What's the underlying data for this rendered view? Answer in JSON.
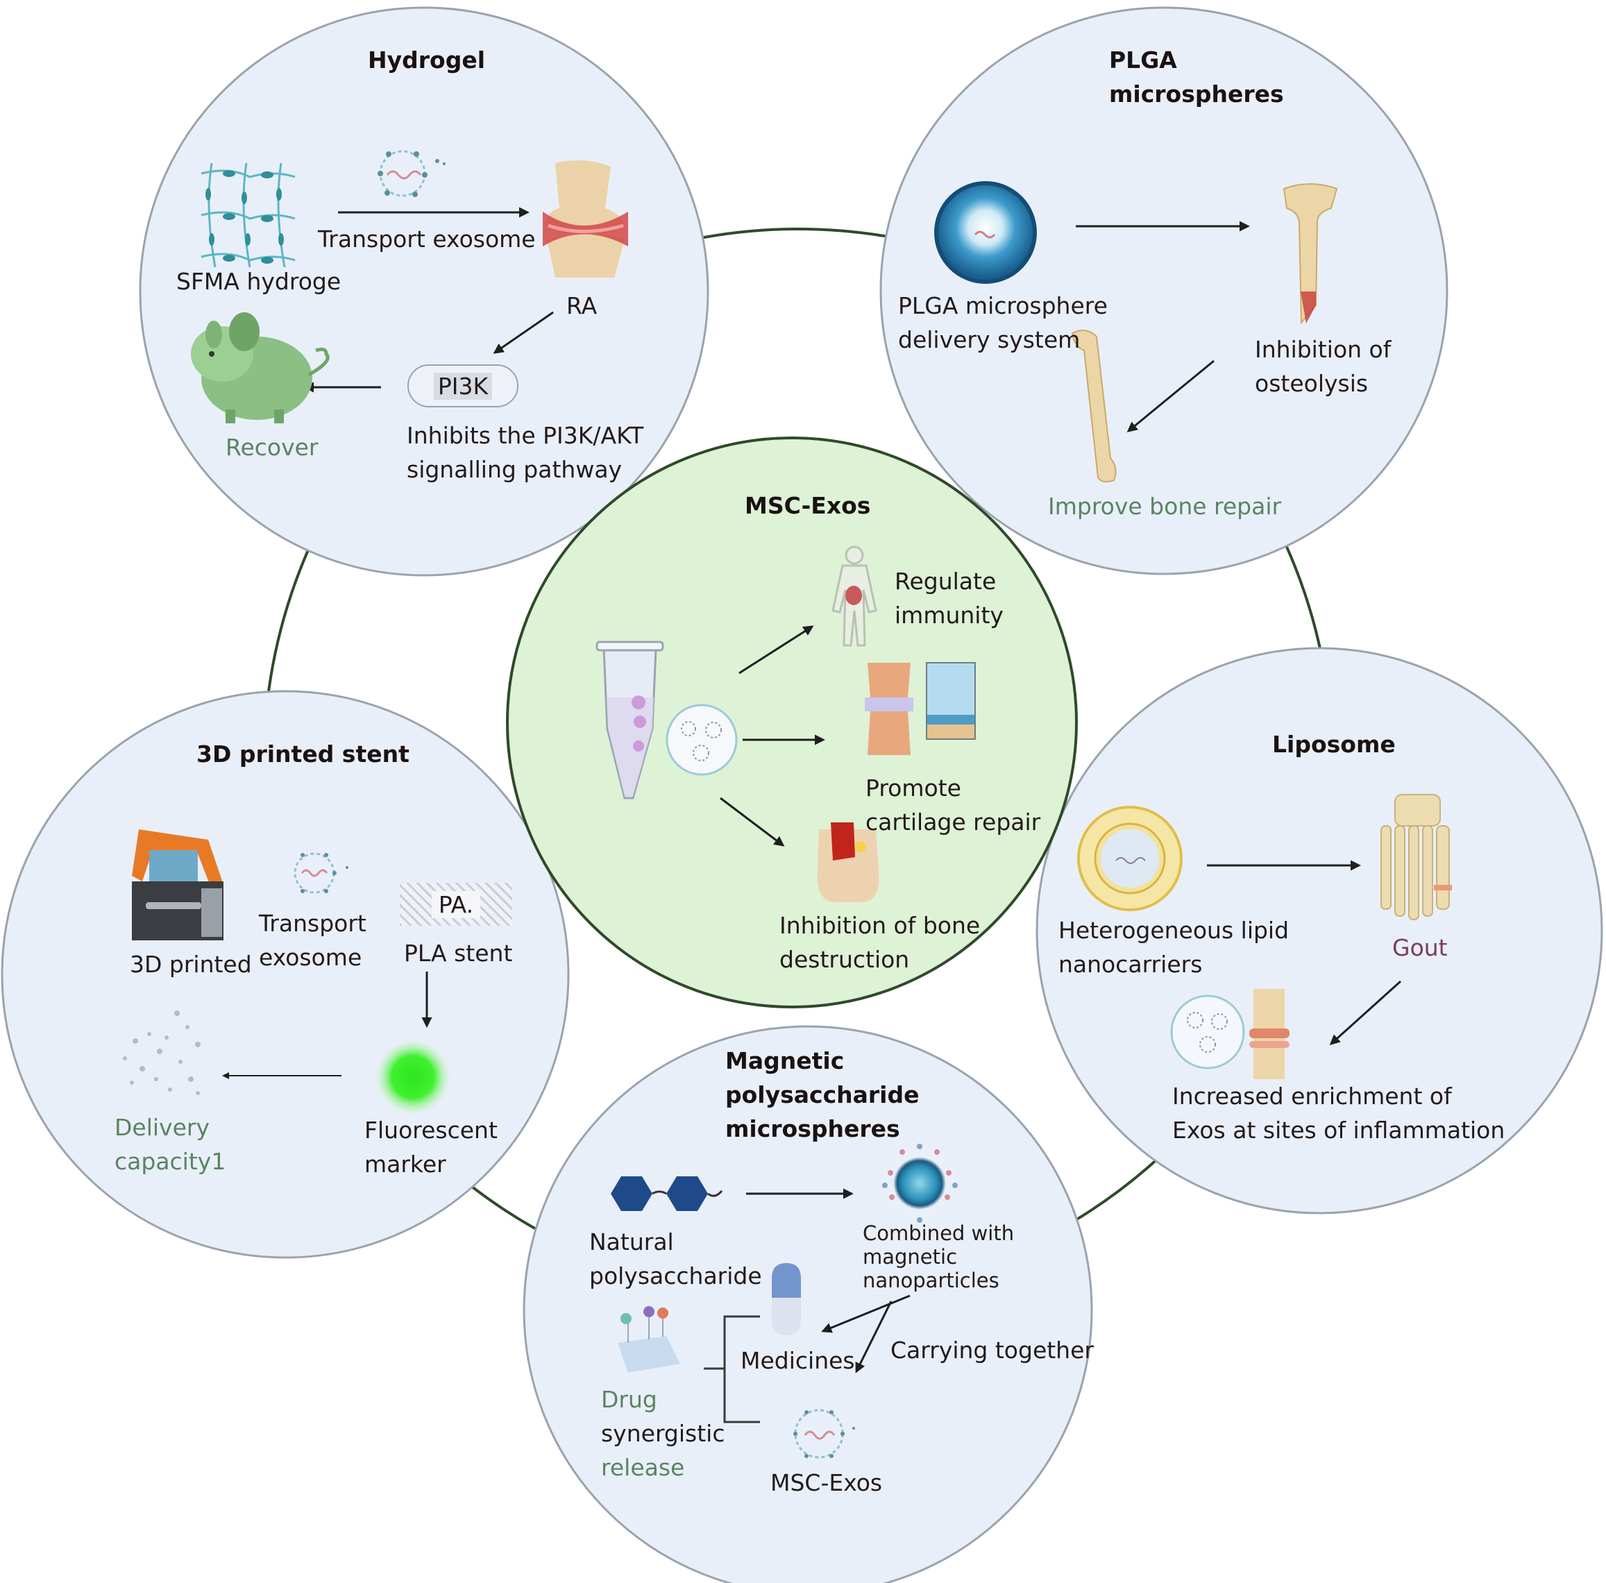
{
  "colors": {
    "panel_fill": "#e9eff8",
    "panel_stroke": "#9aa3ae",
    "center_fill": "#def2d6",
    "ring_stroke": "#2f4a2a",
    "accent_green_text": "#5a8462",
    "gout_text": "#7a3d58"
  },
  "center": {
    "title": "MSC-Exos",
    "outcomes": [
      {
        "lines": [
          "Regulate",
          "immunity"
        ],
        "icon": "human-body-icon"
      },
      {
        "lines": [
          "Promote",
          "cartilage repair"
        ],
        "icon": "knee-cartilage-icon"
      },
      {
        "lines": [
          "Inhibition of bone",
          "destruction"
        ],
        "icon": "bone-destruction-icon"
      }
    ],
    "source_icon": "centrifuge-tube-icon"
  },
  "panels": {
    "hydrogel": {
      "title": "Hydrogel",
      "material_label": "SFMA hydroge",
      "transport_label": "Transport exosome",
      "disease_label": "RA",
      "pathway_box": "PI3K",
      "pathway_lines": [
        "Inhibits the PI3K/AKT",
        "signalling pathway"
      ],
      "outcome_label": "Recover"
    },
    "plga": {
      "title_lines": [
        "PLGA",
        "microspheres"
      ],
      "system_lines": [
        "PLGA microsphere",
        "delivery system"
      ],
      "effect_lines": [
        "Inhibition of",
        "osteolysis"
      ],
      "outcome_label": "Improve bone repair"
    },
    "printed": {
      "title": "3D printed stent",
      "printer_label": "3D printed",
      "transport_lines": [
        "Transport",
        "exosome"
      ],
      "stent_box": "PA.",
      "stent_label": "PLA stent",
      "marker_lines": [
        "Fluorescent",
        "marker"
      ],
      "outcome_lines": [
        "Delivery",
        "capacity1"
      ]
    },
    "liposome": {
      "title": "Liposome",
      "carrier_lines": [
        "Heterogeneous lipid",
        "nanocarriers"
      ],
      "disease_label": "Gout",
      "outcome_lines": [
        "Increased enrichment of",
        "Exos at sites of inflammation"
      ]
    },
    "magnetic": {
      "title_lines": [
        "Magnetic",
        "polysaccharide",
        "microspheres"
      ],
      "source_lines": [
        "Natural",
        "polysaccharide"
      ],
      "combined_lines": [
        "Combined with",
        "magnetic",
        "nanoparticles"
      ],
      "carry_label": "Carrying together",
      "medicines_label": "Medicines",
      "exos_label": "MSC-Exos",
      "release_lines": [
        "Drug",
        "synergistic",
        "release"
      ]
    }
  }
}
